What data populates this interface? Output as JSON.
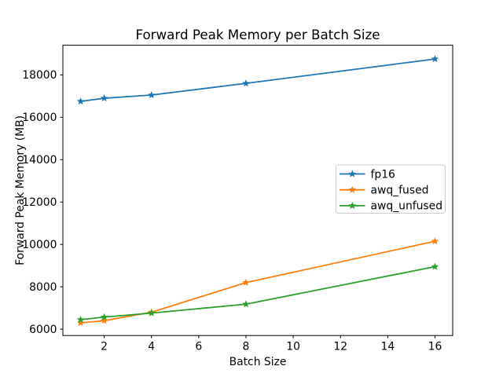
{
  "figure": {
    "background": "#ffffff"
  },
  "chart_data": {
    "type": "line",
    "title": "Forward Peak Memory per Batch Size",
    "xlabel": "Batch Size",
    "ylabel": "Forward Peak Memory (MB)",
    "x": [
      1,
      2,
      4,
      8,
      16
    ],
    "series": [
      {
        "name": "fp16",
        "color": "#1f77b4",
        "marker": "star",
        "values": [
          16750,
          16900,
          17050,
          17600,
          18750
        ]
      },
      {
        "name": "awq_fused",
        "color": "#ff7f0e",
        "marker": "star",
        "values": [
          6300,
          6400,
          6800,
          8200,
          10150
        ]
      },
      {
        "name": "awq_unfused",
        "color": "#2ca02c",
        "marker": "star",
        "values": [
          6450,
          6570,
          6760,
          7180,
          8950
        ]
      }
    ],
    "xticks": [
      2,
      4,
      6,
      8,
      10,
      12,
      14,
      16
    ],
    "yticks": [
      6000,
      8000,
      10000,
      12000,
      14000,
      16000,
      18000
    ],
    "xlim": [
      0.25,
      16.75
    ],
    "ylim": [
      5700,
      19400
    ],
    "grid": false,
    "legend": {
      "position": "right-center"
    },
    "axis_color": "#000000",
    "legend_border_color": "#cccccc"
  }
}
